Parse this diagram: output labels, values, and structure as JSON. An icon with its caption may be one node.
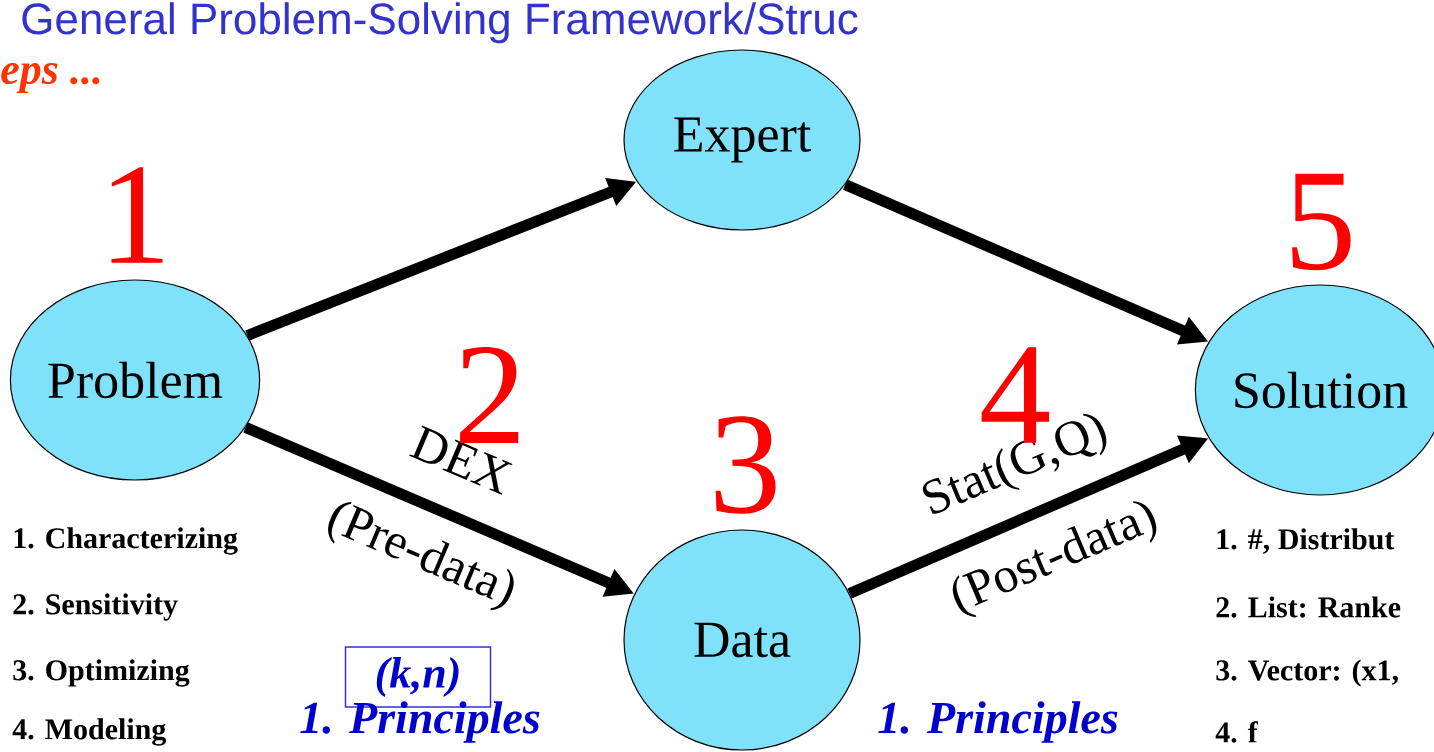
{
  "diagram": {
    "title": "General Problem-Solving Framework/Struc",
    "nodes": [
      {
        "text": [
          "Problem"
        ]
      },
      {
        "text": [
          "Expert"
        ]
      },
      {
        "text": [
          "Data"
        ]
      },
      {
        "text": [
          "Solution"
        ]
      },
      {
        "text": [
          "(k,n)"
        ]
      }
    ],
    "edges": [
      {
        "from": 0,
        "to": 1,
        "arrow": "to"
      },
      {
        "from": 1,
        "to": 3,
        "arrow": "to"
      },
      {
        "from": 0,
        "to": 2,
        "arrow": "to",
        "label": "DEX (Pre-data)"
      },
      {
        "from": 2,
        "to": 3,
        "arrow": "to",
        "label": "Stat(G,Q) (Post-data)"
      }
    ],
    "labels": [
      "eps ...",
      "1",
      "5",
      "2",
      "4",
      "3",
      "1. Characterizing",
      "1. #, Distribut",
      "2. Sensitivity",
      "2. List: Ranke",
      "3. Optimizing",
      "3. Vector: (x1,",
      "1. Principles",
      "1. Principles",
      "4. Modeling",
      "4. f"
    ]
  }
}
